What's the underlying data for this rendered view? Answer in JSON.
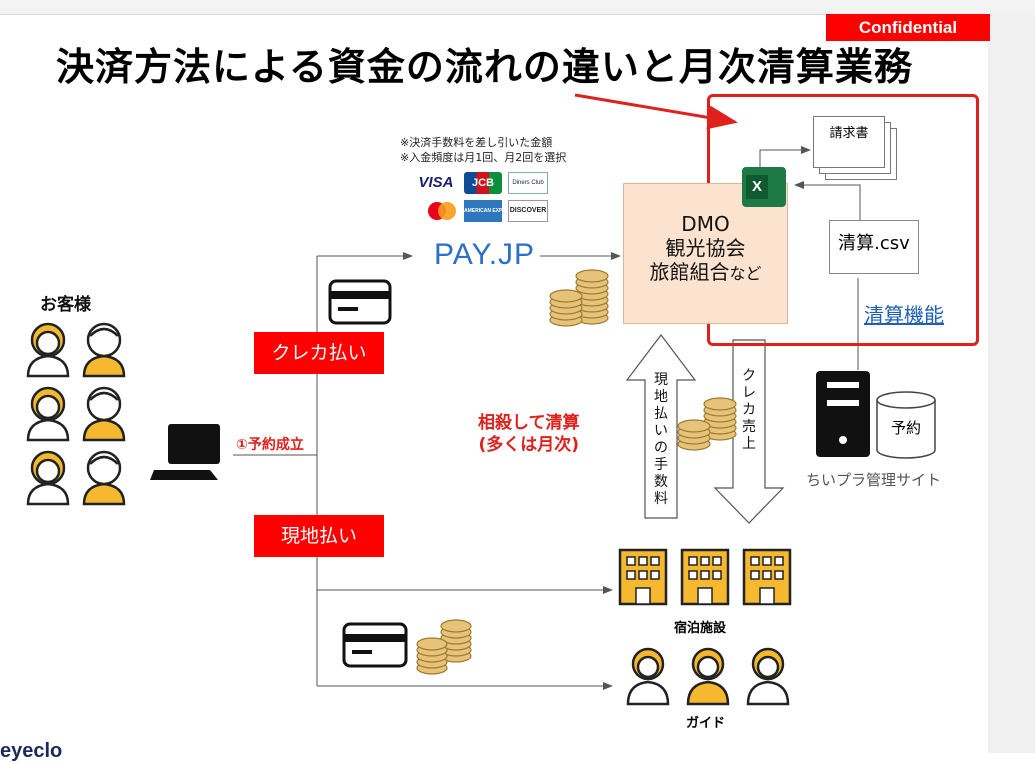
{
  "header": {
    "confidential": "Confidential",
    "title": "決済方法による資金の流れの違いと月次清算業務"
  },
  "customers": {
    "label": "お客様"
  },
  "labels": {
    "credit": "クレカ払い",
    "onsite": "現地払い",
    "reservation": "①予約成立",
    "offset_line1": "相殺して清算",
    "offset_line2": "(多くは月次)"
  },
  "payjp": {
    "note_line1": "※決済手数料を差し引いた金額",
    "note_line2": "※入金頻度は月1回、月2回を選択",
    "logo": "PAY.JP",
    "card_brands": [
      "VISA",
      "JCB",
      "Diners Club",
      "Mastercard",
      "AMERICAN EXPRESS",
      "DISCOVER"
    ]
  },
  "dmo": {
    "line1": "DMO",
    "line2": "観光協会",
    "line3": "旅館組合",
    "line3_suffix": "など"
  },
  "arrows": {
    "onsite_fee": "現地払いの手数料",
    "credit_sales": "クレカ売上"
  },
  "docs": {
    "invoice": "請求書",
    "csv": "清算.csv",
    "excel_letter": "X"
  },
  "system": {
    "feature_link": "清算機能",
    "db_label": "予約",
    "site_label": "ちいプラ管理サイト"
  },
  "facilities": {
    "lodging": "宿泊施設",
    "guide": "ガイド"
  },
  "footer": {
    "logo_fragment": "eyeclo"
  },
  "colors": {
    "red": "#ff0000",
    "payjp_blue": "#2a6fc9",
    "dmo_fill": "#fbe3cf",
    "icon_yellow": "#f5b82e",
    "link_blue": "#1f5fb8"
  }
}
